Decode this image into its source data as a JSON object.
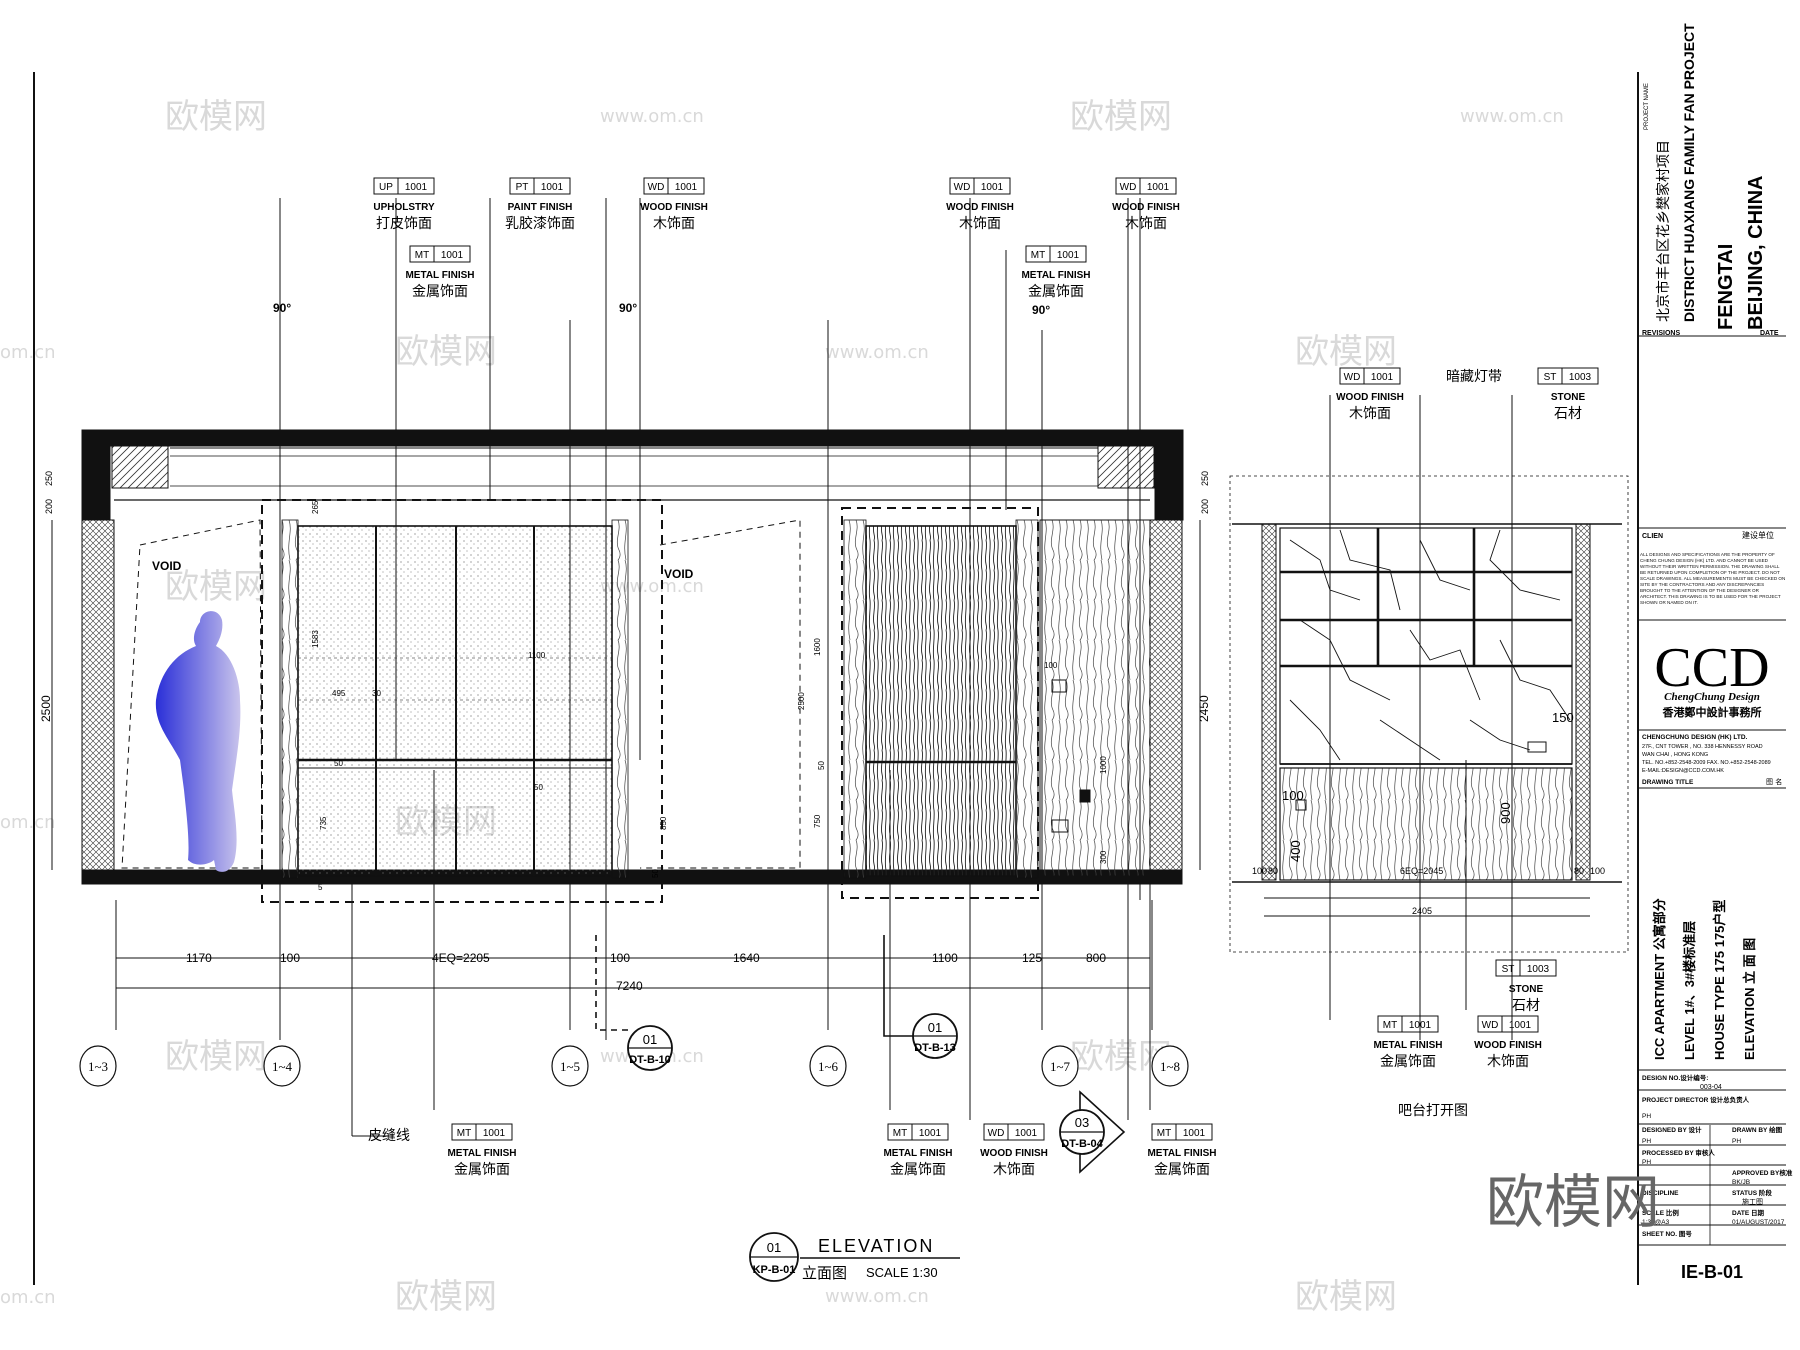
{
  "watermarks": {
    "logo_text": "欧模网",
    "url_text": "www.om.cn",
    "left_edge": "om.cn",
    "big": "欧模网"
  },
  "main_elevation": {
    "void_left": "VOID",
    "void_right": "VOID",
    "angle_labels": [
      "90°",
      "90°",
      "90°"
    ],
    "tags_top": [
      {
        "code": "UP",
        "num": "1001",
        "en": "UPHOLSTRY",
        "cn": "打皮饰面"
      },
      {
        "code": "MT",
        "num": "1001",
        "en": "METAL FINISH",
        "cn": "金属饰面"
      },
      {
        "code": "PT",
        "num": "1001",
        "en": "PAINT FINISH",
        "cn": "乳胶漆饰面"
      },
      {
        "code": "WD",
        "num": "1001",
        "en": "WOOD FINISH",
        "cn": "木饰面"
      },
      {
        "code": "WD",
        "num": "1001",
        "en": "WOOD FINISH",
        "cn": "木饰面"
      },
      {
        "code": "MT",
        "num": "1001",
        "en": "METAL FINISH",
        "cn": "金属饰面"
      },
      {
        "code": "WD",
        "num": "1001",
        "en": "WOOD FINISH",
        "cn": "木饰面"
      }
    ],
    "tags_bottom": [
      {
        "code": "MT",
        "num": "1001",
        "en": "METAL FINISH",
        "cn": "金属饰面"
      },
      {
        "code": "MT",
        "num": "1001",
        "en": "METAL FINISH",
        "cn": "金属饰面"
      },
      {
        "code": "WD",
        "num": "1001",
        "en": "WOOD FINISH",
        "cn": "木饰面"
      },
      {
        "code": "MT",
        "num": "1001",
        "en": "METAL FINISH",
        "cn": "金属饰面"
      }
    ],
    "leather_seam": "皮缝线",
    "dims_bottom": [
      "1170",
      "100",
      "4EQ=2205",
      "100",
      "1640",
      "1100",
      "125",
      "800"
    ],
    "dim_total": "7240",
    "dims_left": [
      "250",
      "200",
      "2500"
    ],
    "dims_right": [
      "250",
      "200",
      "2450"
    ],
    "inner_dims": [
      "265",
      "1583",
      "1100",
      "495",
      "30",
      "50",
      "735",
      "50",
      "850",
      "1600",
      "2500",
      "50",
      "750",
      "50",
      "100",
      "1000",
      "300",
      "50",
      "5"
    ],
    "grid_refs": [
      "1~3",
      "1~4",
      "1~5",
      "1~6",
      "1~7",
      "1~8"
    ],
    "callouts": [
      {
        "num": "01",
        "ref": "DT-B-10"
      },
      {
        "num": "01",
        "ref": "DT-B-13"
      },
      {
        "num": "03",
        "ref": "DT-B-04"
      }
    ],
    "title_num": "01",
    "title_ref": "KP-B-01",
    "title_en": "ELEVATION",
    "title_cn": "立面图",
    "scale": "SCALE  1:30"
  },
  "bar_elevation": {
    "tags_top": [
      {
        "code": "WD",
        "num": "1001",
        "en": "WOOD FINISH",
        "cn": "木饰面"
      },
      {
        "code": "ST",
        "num": "1003",
        "en": "STONE",
        "cn": "石材"
      }
    ],
    "hidden_light": "暗藏灯带",
    "tags_bottom": [
      {
        "code": "ST",
        "num": "1003",
        "en": "STONE",
        "cn": "石材"
      },
      {
        "code": "MT",
        "num": "1001",
        "en": "METAL FINISH",
        "cn": "金属饰面"
      },
      {
        "code": "WD",
        "num": "1001",
        "en": "WOOD FINISH",
        "cn": "木饰面"
      }
    ],
    "dims": [
      "150",
      "100",
      "400",
      "900",
      "100",
      "80",
      "6EQ=2045",
      "80",
      "100",
      "2405"
    ],
    "title_cn": "吧台打开图"
  },
  "title_block": {
    "project_name_label": "PROJECT NAME",
    "project_cn": "北京市丰台区花乡樊家村项目",
    "project_en": "DISTRICT HUAXIANG  FAMILY FAN PROJECT",
    "location1": "FENGTAI",
    "location2": "BEIJING, CHINA",
    "revisions": "REVISIONS",
    "date_label": "DATE",
    "client_en": "CLIEN",
    "client_cn": "建设单位",
    "disclaimer": "ALL DESIGNS AND SPECIFICATIONS ARE THE PROPERTY OF CHENG CHUNG DESIGN (HK) LTD. AND CANNOT BE USED WITHOUT THEIR WRITTEN PERMISSION. THE DRAWING SHALL BE RETURNED UPON COMPLETION OF THE PROJECT. DO NOT SCALE DRAWINGS. ALL MEASUREMENTS MUST BE CHECKED ON SITE BY THE CONTRACTORS AND ANY DISCREPANCIES BROUGHT TO THE ATTENTION OF THE DESIGNER OR ARCHITECT. THIS DRAWING IS TO BE USED FOR THE PROJECT SHOWN OR NAMED ON IT.",
    "logo": "CCD",
    "logo_sub": "ChengChung Design",
    "logo_cn": "香港鄭中設計事務所",
    "company": "CHENGCHUNG DESIGN (HK) LTD.",
    "address1": "27F., CNT TOWER , NO. 338 HENNESSY ROAD",
    "address2": "WAN CHAI , HONG KONG",
    "tel": "TEL. NO.+852-2548-2009   FAX. NO.+852-2548-2089",
    "email": "E-MAIL:DESIGN@CCD.COM.HK",
    "drawing_title_label": "DRAWING TITLE",
    "drawing_title_cn": "图 名",
    "title_lines": [
      "ICC APARTMENT   公寓部分",
      "LEVEL   1#、3#楼标准层",
      "HOUSE TYPE 175    175户型",
      "ELEVATION      立  面  图"
    ],
    "design_no_label": "DESIGN NO.设计编号:",
    "design_no": "003-04",
    "project_director": "PROJECT DIRECTOR  设计总负责人",
    "ph1": "PH",
    "designed_by": "DESIGNED BY 设计",
    "drawn_by": "DRAWN BY  绘图",
    "ph2": "PH",
    "ph3": "PH",
    "processed_by": "PROCESSED BY 审核人",
    "ph4": "PH",
    "approved_by": "APPROVED BY核准",
    "bk_jb": "BK/JB",
    "discipline": "DISCIPLINE",
    "status": "STATUS  阶段",
    "status_val": "施工图",
    "scale_label": "SCALE 比例",
    "date_cn": "DATE     日期",
    "scale_val": "1:30@A3",
    "date_val": "01/AUGUST/2017",
    "sheet_no_label": "SHEET NO.  图号",
    "sheet_no": "IE-B-01"
  },
  "colors": {
    "figure_top": "#2a2fd8",
    "figure_bottom": "#c9c4ec",
    "line": "#111111",
    "watermark": "#d9d9d9"
  }
}
